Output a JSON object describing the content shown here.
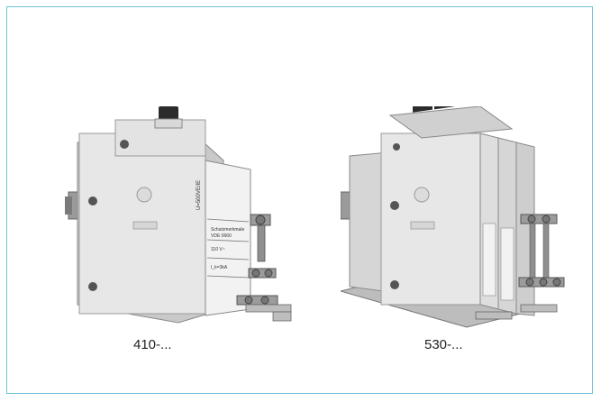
{
  "figures": [
    {
      "caption": "410-...",
      "poles": 1,
      "label_lines": [
        "Schutzmerkmale",
        "VDE 0660",
        "110 V~",
        "I_k=3kA",
        "U=500VE/IE"
      ]
    },
    {
      "caption": "530-...",
      "poles": 3
    }
  ],
  "colors": {
    "frame_border": "#6cc3dc",
    "housing": "#e7e7e7",
    "housing_side": "#c9c9c9",
    "toggle": "#2b2b2b",
    "metal": "#8f8f8f"
  }
}
